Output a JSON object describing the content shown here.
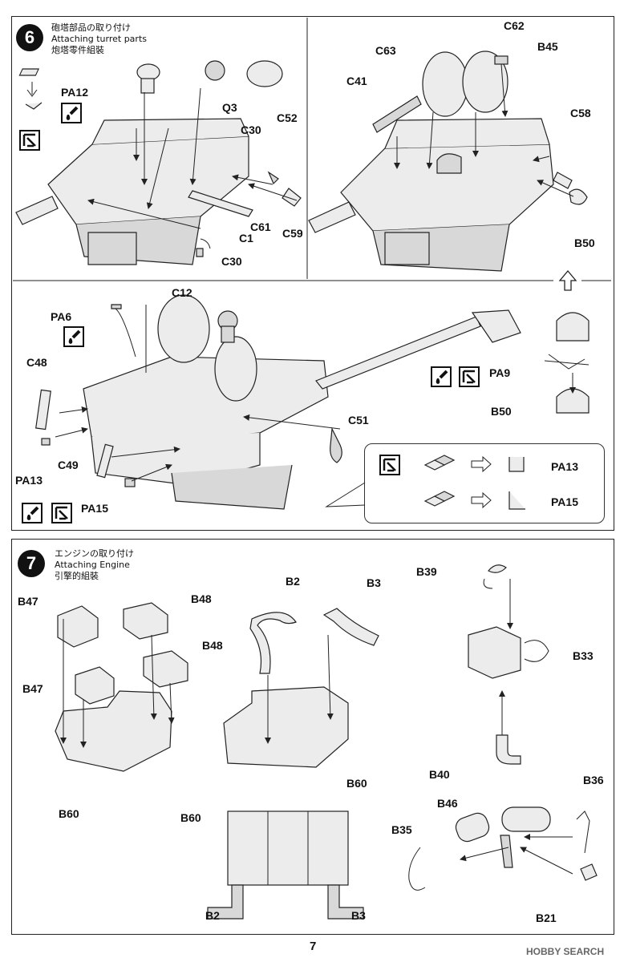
{
  "step6": {
    "number": "6",
    "title_jp": "砲塔部品の取り付け",
    "title_en": "Attaching turret parts",
    "title_cn": "炮塔零件組裝",
    "labels": {
      "pa12": "PA12",
      "q3": "Q3",
      "c52": "C52",
      "c30a": "C30",
      "c61": "C61",
      "c1": "C1",
      "c59": "C59",
      "c30b": "C30",
      "c63": "C63",
      "c62": "C62",
      "b45": "B45",
      "c41": "C41",
      "c58": "C58",
      "b50a": "B50",
      "c12": "C12",
      "pa6": "PA6",
      "c48": "C48",
      "pa13": "PA13",
      "c49": "C49",
      "pa15": "PA15",
      "c51": "C51",
      "pa9": "PA9",
      "b50b": "B50",
      "legend_pa13": "PA13",
      "legend_pa15": "PA15"
    }
  },
  "step7": {
    "number": "7",
    "title_jp": "エンジンの取り付け",
    "title_en": "Attaching Engine",
    "title_cn": "引擎的組裝",
    "labels": {
      "b47a": "B47",
      "b48a": "B48",
      "b48b": "B48",
      "b47b": "B47",
      "b60a": "B60",
      "b2a": "B2",
      "b3a": "B3",
      "b60b": "B60",
      "b39": "B39",
      "b33": "B33",
      "b40": "B40",
      "b60c": "B60",
      "b2b": "B2",
      "b3b": "B3",
      "b36": "B36",
      "b46": "B46",
      "b35": "B35",
      "b21": "B21"
    }
  },
  "footer": {
    "page_number": "7",
    "watermark": "HOBBY SEARCH"
  },
  "icons": [
    "cement-icon",
    "cut-icon",
    "bend-icon",
    "step-arrow-up-icon"
  ]
}
